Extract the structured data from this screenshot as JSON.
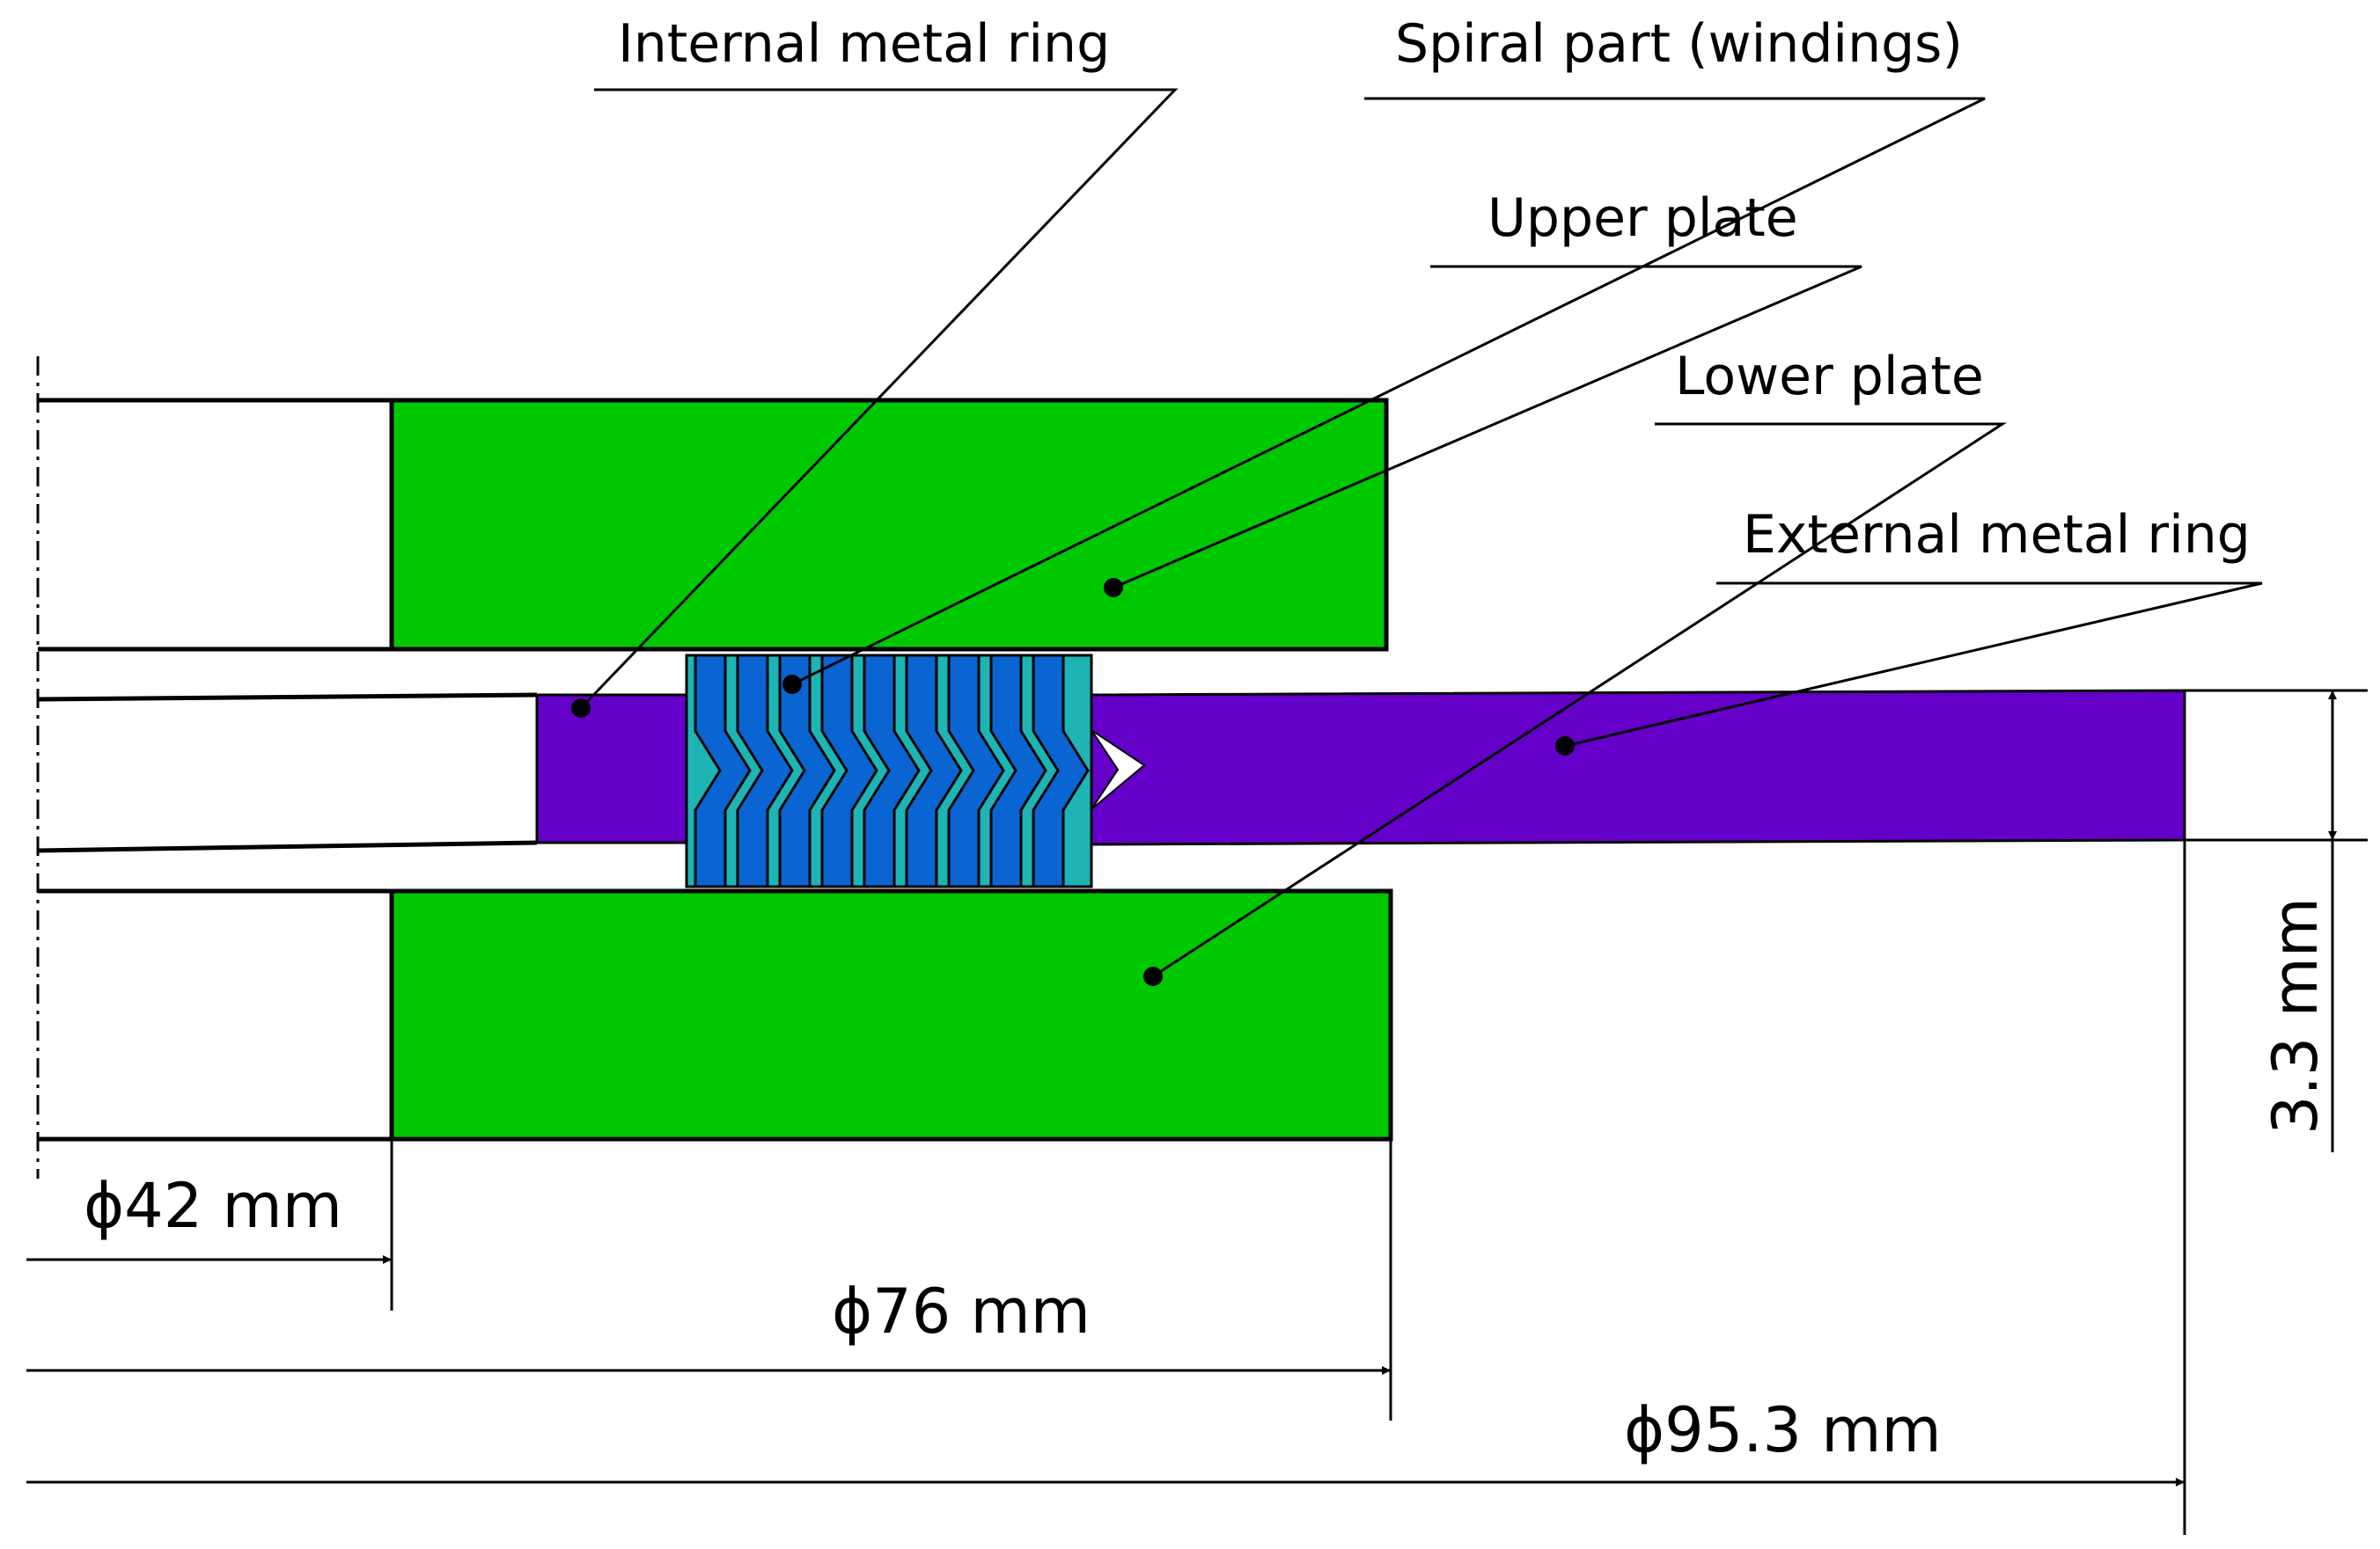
{
  "labels": {
    "internal_ring": "Internal metal ring",
    "spiral": "Spiral part (windings)",
    "upper_plate": "Upper plate",
    "lower_plate": "Lower plate",
    "external_ring": "External metal ring"
  },
  "dimensions": {
    "d42": "ϕ42 mm",
    "d76": "ϕ76 mm",
    "d95": "ϕ95.3 mm",
    "thickness": "3.3 mm"
  },
  "colors": {
    "plate": "#00c800",
    "ring": "#6400c8",
    "winding": "#0a64d2",
    "winding_edge": "#1eb4b4"
  }
}
